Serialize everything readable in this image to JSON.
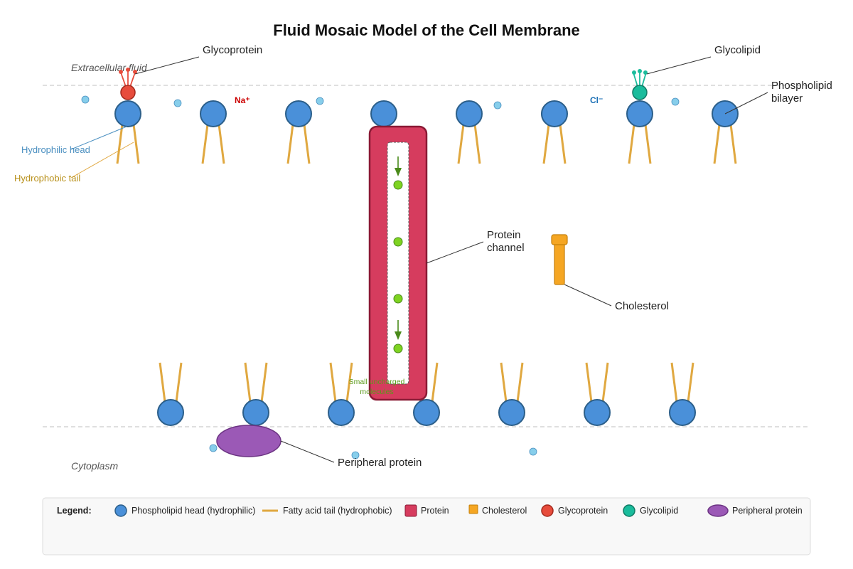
{
  "title": "Fluid Mosaic Model of the Cell Membrane",
  "regions": {
    "extracellular": "Extracellular fluid",
    "cytoplasm": "Cytoplasm"
  },
  "labels": {
    "glycoprotein": "Glycoprotein",
    "glycolipid": "Glycolipid",
    "phospholipid_line1": "Phospholipid",
    "phospholipid_line2": "bilayer",
    "hydrophilic_head": "Hydrophilic head",
    "hydrophobic_tail": "Hydrophobic tail",
    "protein_channel_line1": "Protein",
    "protein_channel_line2": "channel",
    "cholesterol": "Cholesterol",
    "peripheral_protein": "Peripheral protein",
    "small_molecules_line1": "Small uncharged",
    "small_molecules_line2": "molecules"
  },
  "ions": {
    "sodium": "Na⁺",
    "chloride": "Cl⁻"
  },
  "legend": {
    "title": "Legend:",
    "items": [
      {
        "icon": "phospholipid-head-icon",
        "label": "Phospholipid head (hydrophilic)",
        "color": "#4a90d9"
      },
      {
        "icon": "fatty-acid-tail-icon",
        "label": "Fatty acid tail (hydrophobic)",
        "color": "#e0a840"
      },
      {
        "icon": "protein-icon",
        "label": "Protein",
        "color": "#d63c5e"
      },
      {
        "icon": "cholesterol-icon",
        "label": "Cholesterol",
        "color": "#f5a623"
      },
      {
        "icon": "glycoprotein-icon",
        "label": "Glycoprotein",
        "color": "#e74c3c"
      },
      {
        "icon": "glycolipid-icon",
        "label": "Glycolipid",
        "color": "#1abc9c"
      },
      {
        "icon": "peripheral-protein-icon",
        "label": "Peripheral protein",
        "color": "#9b59b6"
      }
    ]
  },
  "colors": {
    "head": "#4a90d9",
    "head_stroke": "#2c5f8a",
    "tail": "#e0a840",
    "protein": "#d63c5e",
    "protein_stroke": "#8a1a35",
    "cholesterol": "#f5a623",
    "glycoprotein": "#e74c3c",
    "glycolipid": "#1abc9c",
    "peripheral": "#9b59b6",
    "molecule": "#7ed321",
    "water": "#87ceeb",
    "hydrophilic_label": "#4a8fc0",
    "hydrophobic_label": "#b8901a",
    "sodium": "#cc0000",
    "chloride": "#1a6fb5"
  }
}
